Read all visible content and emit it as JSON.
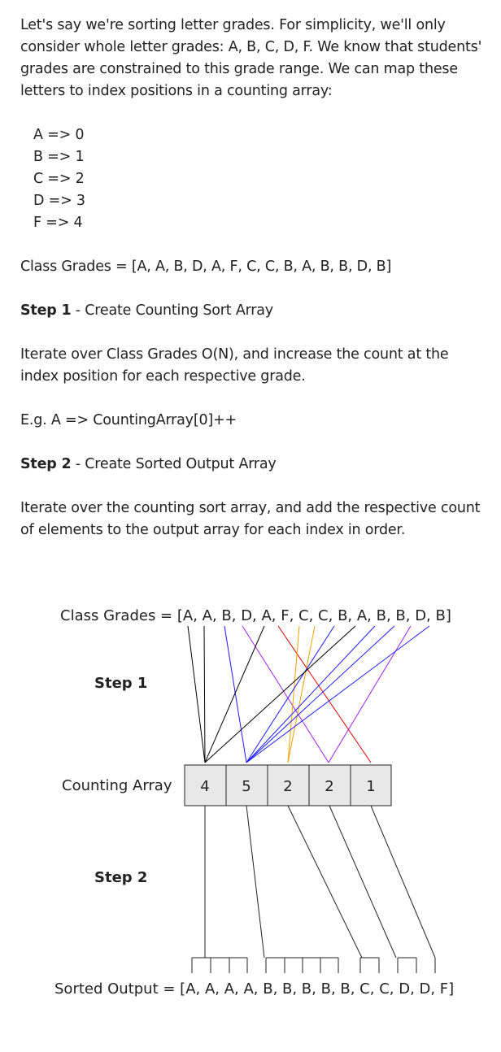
{
  "intro": "Let's say we're sorting letter grades. For simplicity, we'll only consider whole letter grades: A, B, C, D, F. We know that students' grades are constrained to this grade range. We can map these letters to index positions in a counting array:",
  "mapping": [
    "A => 0",
    "B => 1",
    "C => 2",
    "D => 3",
    "F  => 4"
  ],
  "class_grades": "Class Grades = [A, A, B, D, A, F, C, C, B, A, B, B, D, B]",
  "step1": {
    "label": "Step 1",
    "title": " - Create Counting Sort Array",
    "desc": "Iterate over Class Grades O(N), and increase the count at the index position for each respective grade.",
    "example": "E.g. A => CountingArray[0]++"
  },
  "step2": {
    "label": "Step 2",
    "title": " - Create Sorted Output Array",
    "desc": "Iterate over the counting sort array, and add the respective count of elements to the output array for each index in order."
  },
  "diagram": {
    "class_grades": "Class Grades = [A, A, B, D, A, F, C, C, B, A, B, B, D, B]",
    "step1_label": "Step 1",
    "step2_label": "Step 2",
    "counting_label": "Counting Array",
    "counts": [
      "4",
      "5",
      "2",
      "2",
      "1"
    ],
    "sorted_output": "Sorted Output = [A, A, A, A, B, B, B, B, B, C, C, D, D, F]",
    "colors": {
      "A": "#000000",
      "B": "#1a1aff",
      "C": "#f0a000",
      "D": "#a020f0",
      "F": "#e00000"
    }
  }
}
